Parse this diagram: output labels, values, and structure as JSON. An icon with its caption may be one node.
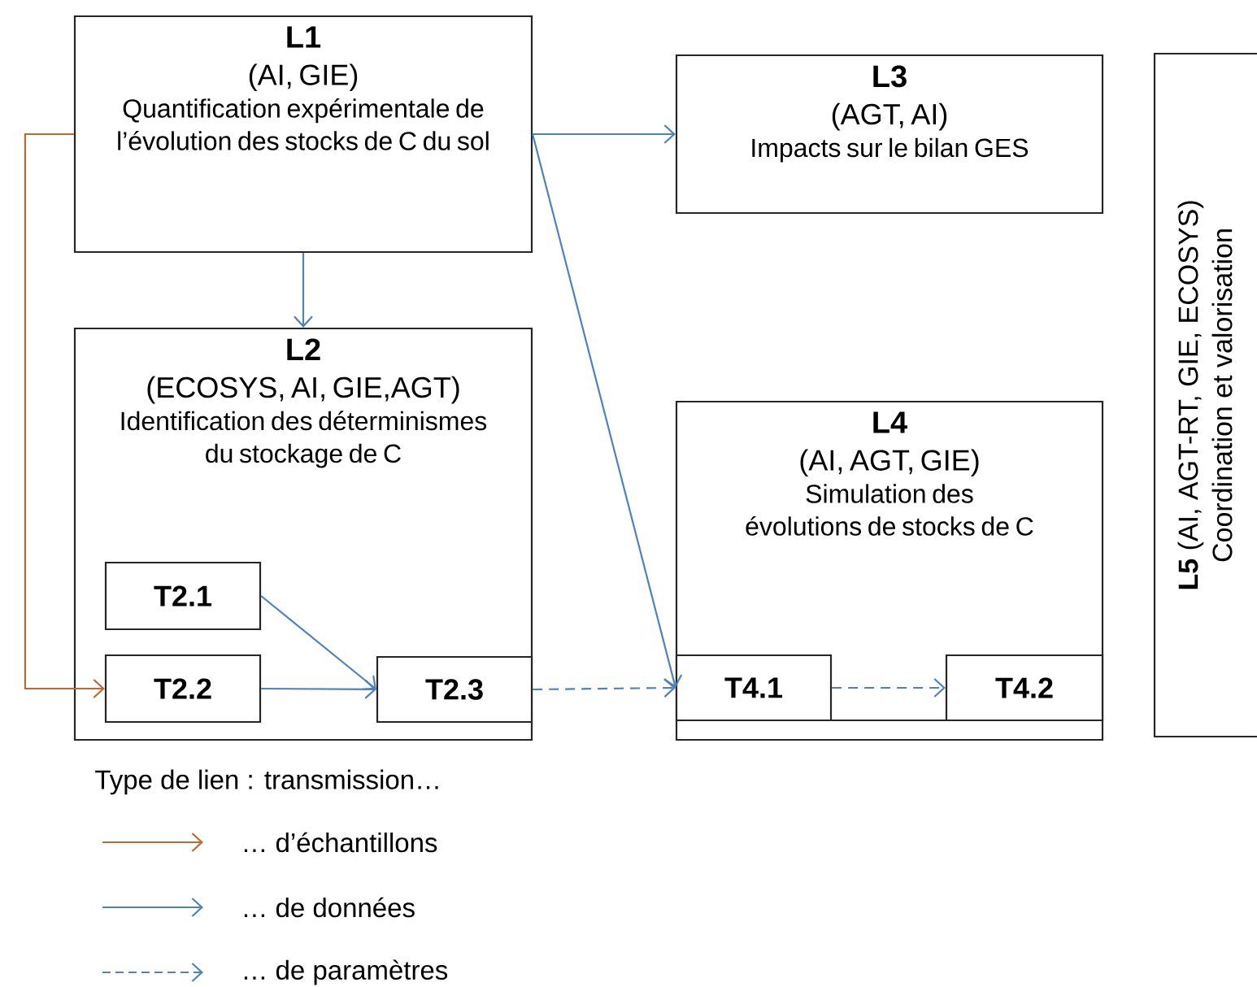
{
  "diagram": {
    "nodes": [
      {
        "text": [
          "L1",
          "(AI, GIE)",
          "Quantification expérimentale de l’évolution des stocks de C du sol"
        ]
      },
      {
        "text": [
          "L2",
          "(ECOSYS, AI, GIE,AGT)",
          "Identification des déterminismes du stockage de C"
        ]
      },
      {
        "text": [
          "T2.1"
        ],
        "in": 1
      },
      {
        "text": [
          "T2.2"
        ],
        "in": 1
      },
      {
        "text": [
          "T2.3"
        ],
        "in": 1
      },
      {
        "text": [
          "L3",
          "(AGT, AI)",
          "Impacts sur le bilan GES"
        ]
      },
      {
        "text": [
          "L4",
          "(AI, AGT, GIE)",
          "Simulation des évolutions de stocks de C"
        ]
      },
      {
        "text": [
          "T4.1"
        ],
        "in": 6
      },
      {
        "text": [
          "T4.2"
        ],
        "in": 6
      },
      {
        "text": [
          "**L5** (AI, AGT-RT, GIE, ECOSYS)",
          "Coordination et valorisation"
        ]
      }
    ],
    "edges": [
      {
        "from": 0,
        "to": 3,
        "arrow": "to",
        "color": "#c0692e"
      },
      {
        "from": 0,
        "to": 1,
        "arrow": "to"
      },
      {
        "from": 0,
        "to": 5,
        "arrow": "to"
      },
      {
        "from": 0,
        "to": 7,
        "arrow": "to"
      },
      {
        "from": 2,
        "to": 4,
        "arrow": "to"
      },
      {
        "from": 3,
        "to": 4,
        "arrow": "to"
      },
      {
        "from": 4,
        "to": 7,
        "arrow": "to",
        "style": "dashed"
      },
      {
        "from": 7,
        "to": 8,
        "arrow": "to",
        "style": "dashed"
      }
    ],
    "labels": [
      "Type de lien : transmission…"
    ],
    "legend": [
      {
        "text": "… d’échantillons"
      },
      {
        "text": "… de données"
      },
      {
        "text": "… de paramètres"
      }
    ]
  }
}
